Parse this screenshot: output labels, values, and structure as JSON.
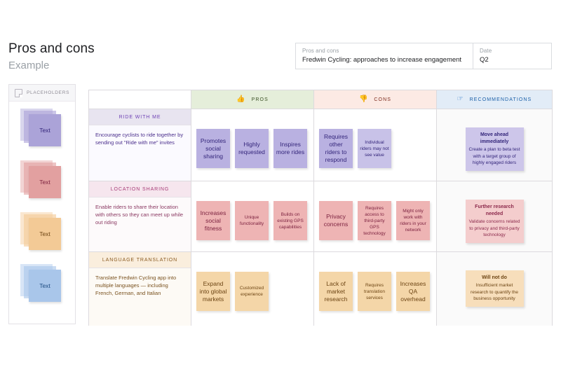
{
  "page": {
    "title": "Pros and cons",
    "subtitle": "Example"
  },
  "meta_header": {
    "topic_label": "Pros and cons",
    "topic_value": "Fredwin Cycling: approaches to increase engagement",
    "date_label": "Date",
    "date_value": "Q2"
  },
  "placeholders": {
    "panel_title": "PLACEHOLDERS",
    "icon": "sticky-note-icon",
    "stacks": [
      {
        "label": "Text",
        "color": "#aba3d8"
      },
      {
        "label": "Text",
        "color": "#e2a0a0"
      },
      {
        "label": "Text",
        "color": "#f3ca96"
      },
      {
        "label": "Text",
        "color": "#a9c6ea"
      }
    ]
  },
  "matrix": {
    "columns": [
      {
        "key": "rowhead",
        "label": "",
        "icon": ""
      },
      {
        "key": "pros",
        "label": "PROS",
        "icon": "thumbs-up-icon",
        "glyph": "👍",
        "header_bg": "#e5eeda",
        "text_color": "#3c5226"
      },
      {
        "key": "cons",
        "label": "CONS",
        "icon": "thumbs-down-icon",
        "glyph": "👎",
        "header_bg": "#fceae4",
        "text_color": "#7d2b1c"
      },
      {
        "key": "recommendations",
        "label": "RECOMMENDATIONS",
        "icon": "pointing-hand-icon",
        "glyph": "☞",
        "header_bg": "#e2ecf7",
        "text_color": "#1a5fa8"
      }
    ],
    "rows": [
      {
        "name": "RIDE WITH ME",
        "description": "Encourage cyclists to ride together by sending out \"Ride with me\" invites",
        "theme": "purple",
        "pros": [
          {
            "text": "Promotes social sharing",
            "size": "lg"
          },
          {
            "text": "Highly requested",
            "size": "lg"
          },
          {
            "text": "Inspires more rides",
            "size": "lg"
          }
        ],
        "cons": [
          {
            "text": "Requires other riders to respond",
            "size": "lg"
          },
          {
            "text": "Individual riders may not see value",
            "size": "sm"
          }
        ],
        "recommendation": {
          "title": "Move ahead immediately",
          "body": "Create a plan to beta test with a target group of highly engaged riders"
        }
      },
      {
        "name": "LOCATION SHARING",
        "description": "Enable riders to share their location with others so they can meet up while out riding",
        "theme": "pink",
        "pros": [
          {
            "text": "Increases social fitness",
            "size": "lg"
          },
          {
            "text": "Unique functionality",
            "size": "sm"
          },
          {
            "text": "Builds on existing GPS capabilities",
            "size": "sm"
          }
        ],
        "cons": [
          {
            "text": "Privacy concerns",
            "size": "lg"
          },
          {
            "text": "Requires access to third-party GPS technology",
            "size": "sm"
          },
          {
            "text": "Might only work with riders in your network",
            "size": "sm"
          }
        ],
        "recommendation": {
          "title": "Further research needed",
          "body": "Validate concerns related to privacy and third-party technology"
        }
      },
      {
        "name": "LANGUAGE TRANSLATION",
        "description": "Translate Fredwin Cycling app into multiple languages — including French, German, and Italian",
        "theme": "amber",
        "pros": [
          {
            "text": "Expand into global markets",
            "size": "lg"
          },
          {
            "text": "Customized experience",
            "size": "sm"
          }
        ],
        "cons": [
          {
            "text": "Lack of market research",
            "size": "lg"
          },
          {
            "text": "Requires translation services",
            "size": "sm"
          },
          {
            "text": "Increases QA overhead",
            "size": "lg"
          }
        ],
        "recommendation": {
          "title": "Will not do",
          "body": "Insufficient market research to quantify the business opportunity"
        }
      }
    ]
  }
}
